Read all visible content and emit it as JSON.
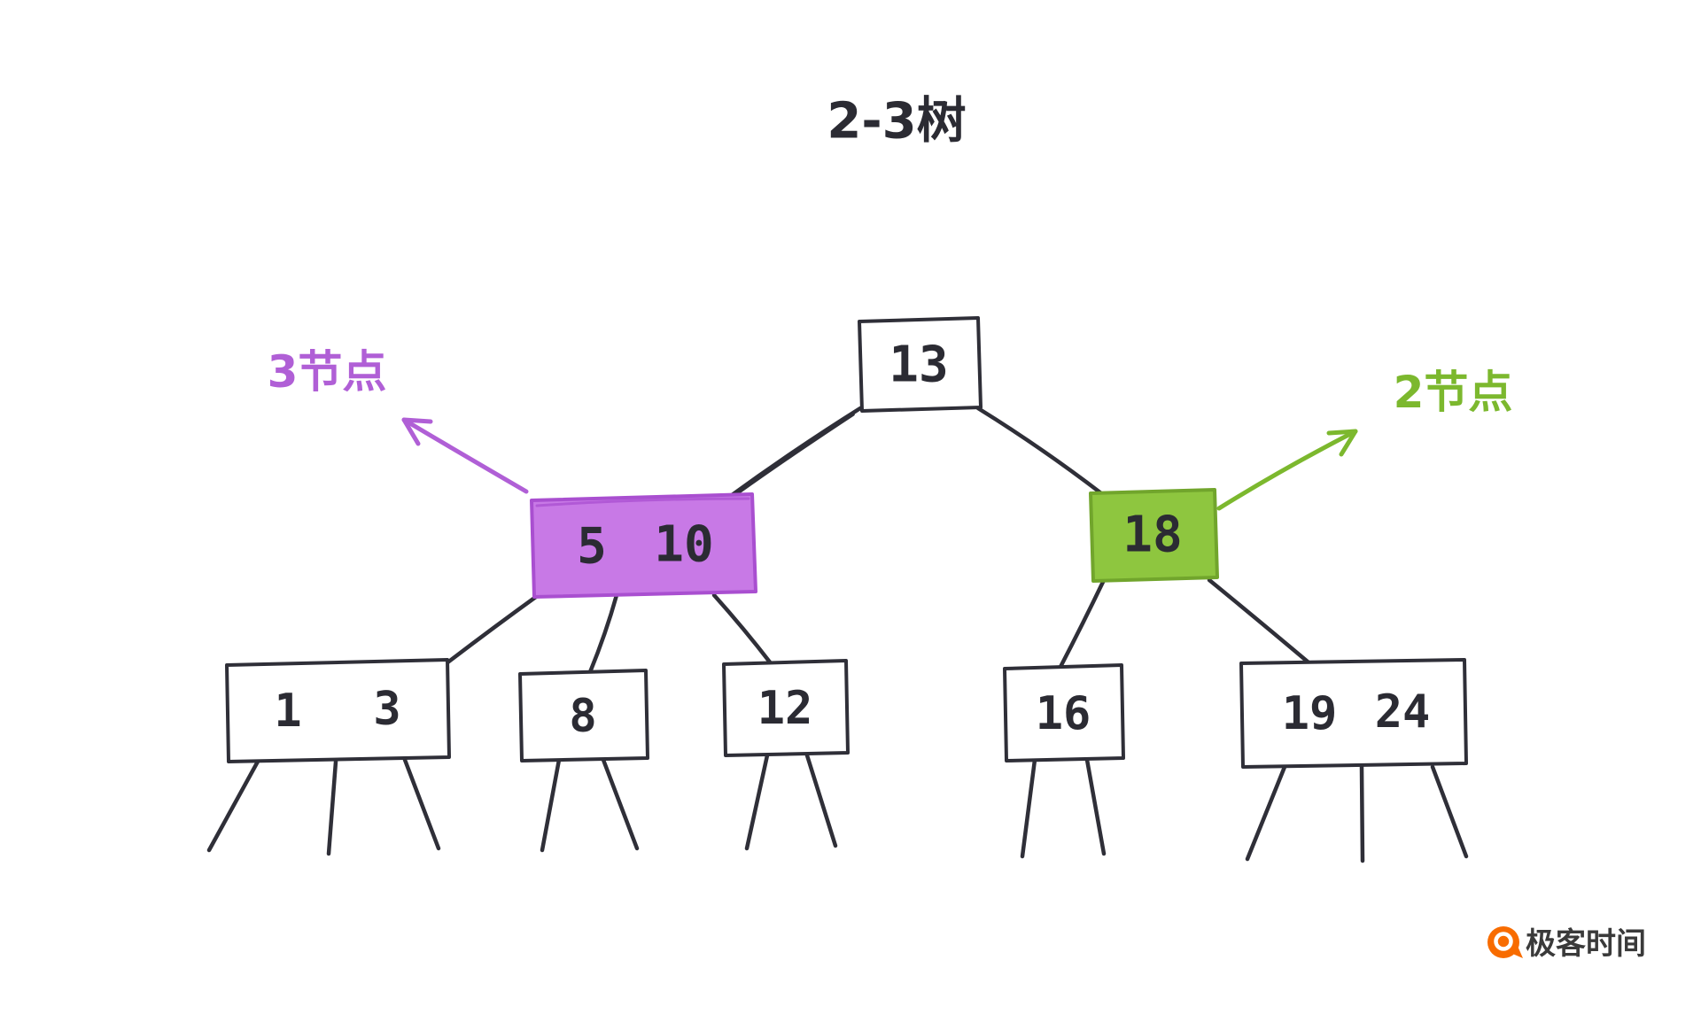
{
  "title": "2-3树",
  "nodes": {
    "root": {
      "keys": [
        "13"
      ],
      "type": "2-node"
    },
    "three_node": {
      "keys": [
        "5",
        "10"
      ],
      "type": "3-node"
    },
    "two_node": {
      "keys": [
        "18"
      ],
      "type": "2-node"
    },
    "leaf_1_3": {
      "keys": [
        "1",
        "3"
      ]
    },
    "leaf_8": {
      "keys": [
        "8"
      ]
    },
    "leaf_12": {
      "keys": [
        "12"
      ]
    },
    "leaf_16": {
      "keys": [
        "16"
      ]
    },
    "leaf_19_24": {
      "keys": [
        "19",
        "24"
      ]
    }
  },
  "annotations": {
    "three_node_label": "3节点",
    "two_node_label": "2节点"
  },
  "logo": {
    "text": "极客时间"
  },
  "colors": {
    "ink": "#2f2f38",
    "purple_fill": "#c879e6",
    "purple_stroke": "#a94fd0",
    "purple_label": "#b05fd6",
    "green_fill": "#8ec63f",
    "green_stroke": "#71a52c",
    "green_label": "#7cb82e",
    "logo_orange": "#f86c00",
    "text": "#2b2b33"
  }
}
